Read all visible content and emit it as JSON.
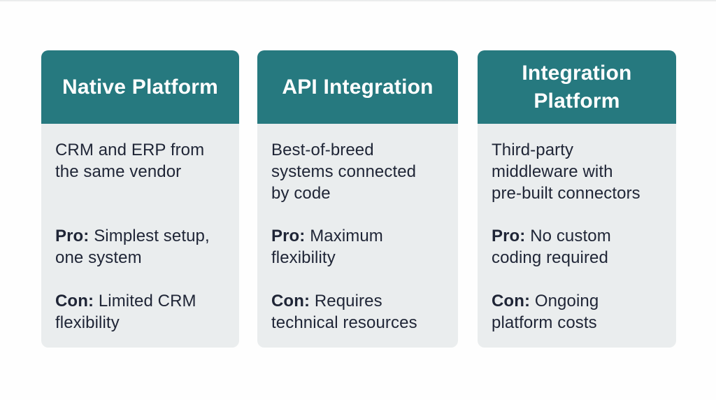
{
  "colors": {
    "page_background": "#FFFFFF",
    "header_background": "#26797F",
    "header_text": "#FFFFFF",
    "card_body_background": "#EAEDEE",
    "body_text": "#1F2536"
  },
  "cards": [
    {
      "title": "Native Platform",
      "description_lines": [
        "CRM and ERP from",
        "the same vendor"
      ],
      "pro": {
        "label": "Pro:",
        "lines": [
          "Simplest setup,",
          "one system"
        ]
      },
      "con": {
        "label": "Con:",
        "lines": [
          "Limited CRM",
          "flexibility"
        ]
      }
    },
    {
      "title": "API Integration",
      "description_lines": [
        "Best-of-breed",
        "systems connected",
        "by code"
      ],
      "pro": {
        "label": "Pro:",
        "lines": [
          "Maximum",
          "flexibility"
        ]
      },
      "con": {
        "label": "Con:",
        "lines": [
          "Requires",
          "technical resources"
        ]
      }
    },
    {
      "title": "Integration Platform",
      "description_lines": [
        "Third-party",
        "middleware with",
        "pre-built connectors"
      ],
      "pro": {
        "label": "Pro:",
        "lines": [
          "No custom",
          "coding required"
        ]
      },
      "con": {
        "label": "Con:",
        "lines": [
          "Ongoing",
          "platform costs"
        ]
      }
    }
  ]
}
